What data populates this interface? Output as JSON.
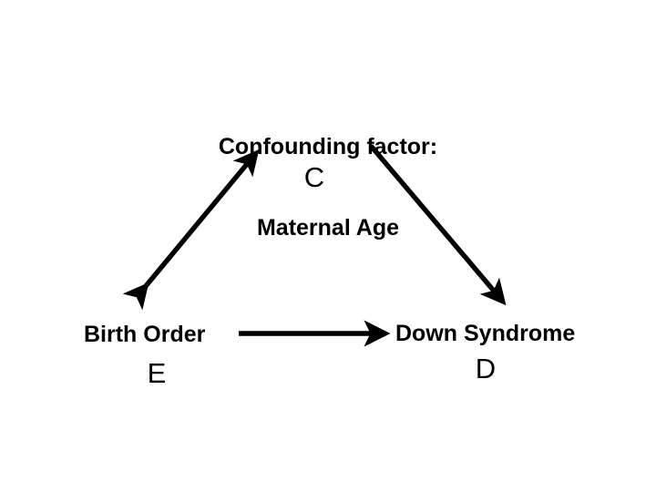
{
  "diagram": {
    "type": "confounding-triangle-causal-diagram",
    "background_color": "#ffffff",
    "stroke_color": "#000000",
    "title": {
      "line1": "Confounding factor:",
      "line2": "Maternal Age"
    },
    "nodes": [
      {
        "id": "C",
        "letter": "C",
        "role": "confounder",
        "name": "",
        "position": "top-center"
      },
      {
        "id": "E",
        "letter": "E",
        "role": "exposure",
        "name": "Birth Order",
        "position": "bottom-left"
      },
      {
        "id": "D",
        "letter": "D",
        "role": "outcome",
        "name": "Down Syndrome",
        "position": "bottom-right"
      }
    ],
    "arrows": [
      {
        "id": "e-c",
        "from": "E",
        "to": "C",
        "heads": "both",
        "description": "Birth Order and Maternal Age association"
      },
      {
        "id": "c-d",
        "from": "C",
        "to": "D",
        "heads": "end",
        "description": "Maternal Age causes Down Syndrome"
      },
      {
        "id": "e-d",
        "from": "E",
        "to": "D",
        "heads": "end",
        "description": "Birth Order to Down Syndrome"
      }
    ]
  }
}
